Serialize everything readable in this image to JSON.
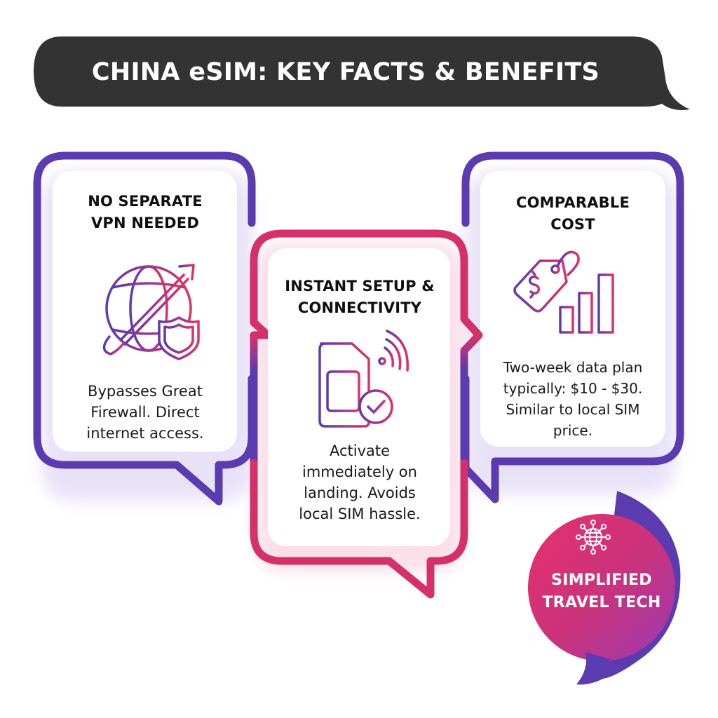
{
  "header": {
    "title": "CHINA eSIM: KEY FACTS & BENEFITS",
    "bubble_color": "#333333"
  },
  "cards": [
    {
      "id": "vpn",
      "title_lines": [
        "NO SEPARATE",
        "VPN NEEDED"
      ],
      "icon": "globe-arrow-shield-icon",
      "body_lines": [
        "Bypasses Great",
        "Firewall. Direct",
        "internet access."
      ],
      "border_color": "#5b3bb0"
    },
    {
      "id": "setup",
      "title_lines": [
        "INSTANT SETUP &",
        "CONNECTIVITY"
      ],
      "icon": "sim-card-wifi-check-icon",
      "body_lines": [
        "Activate",
        "immediately on",
        "landing. Avoids",
        "local SIM hassle."
      ],
      "border_color": "#d6306a"
    },
    {
      "id": "cost",
      "title_lines": [
        "COMPARABLE",
        "COST"
      ],
      "icon": "price-tag-bar-chart-icon",
      "body_lines": [
        "Two-week data plan",
        "typically: $10 - $30.",
        "Similar to local SIM",
        "price."
      ],
      "border_color": "#5b3bb0"
    }
  ],
  "badge": {
    "icon": "network-globe-icon",
    "lines": [
      "SIMPLIFIED",
      "TRAVEL TECH"
    ],
    "gradient_start": "#e0306a",
    "gradient_end": "#a238b0",
    "tail_color": "#5b3bb0"
  },
  "colors": {
    "purple": "#5b3bb0",
    "magenta": "#d6306a",
    "gradient_mid": "#a33ab0"
  }
}
